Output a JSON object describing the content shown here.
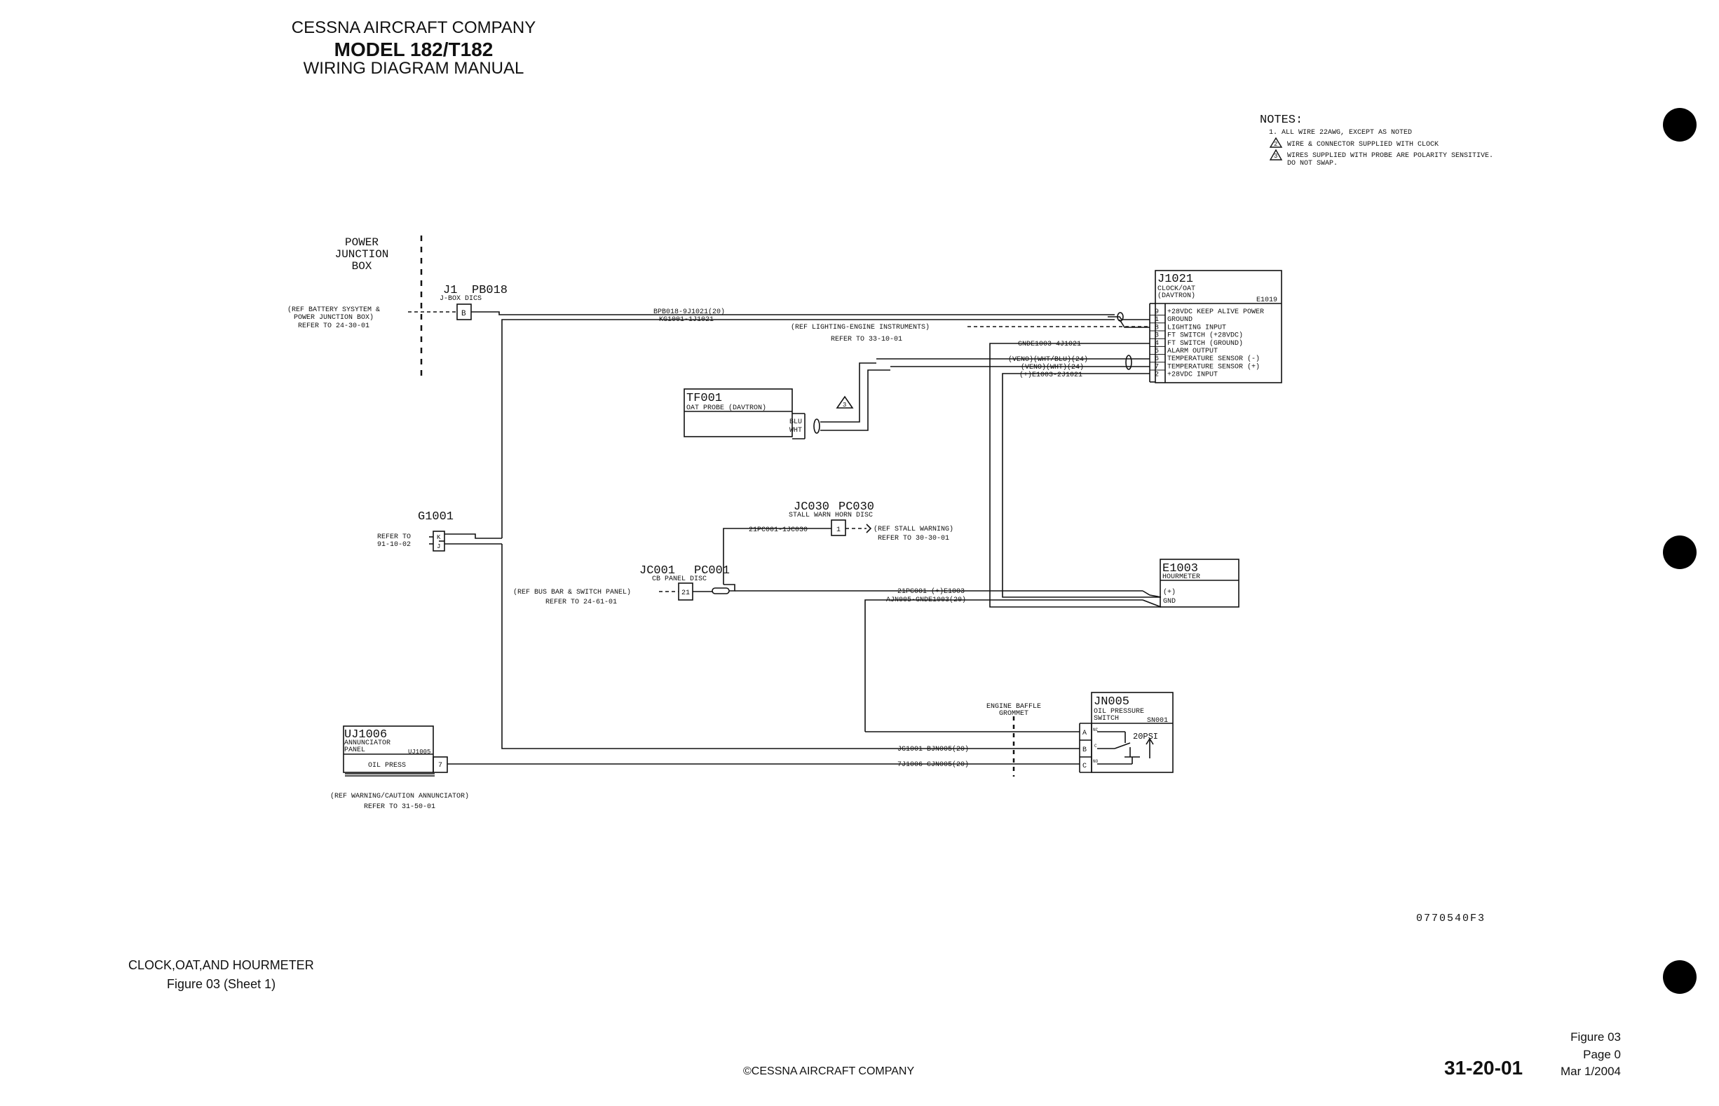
{
  "header": {
    "company": "CESSNA AIRCRAFT COMPANY",
    "model": "MODEL 182/T182",
    "manual": "WIRING DIAGRAM MANUAL"
  },
  "notes": {
    "title": "NOTES:",
    "n1": "1. ALL WIRE 22AWG, EXCEPT AS NOTED",
    "n2_num": "2",
    "n2": "WIRE & CONNECTOR SUPPLIED WITH CLOCK",
    "n3_num": "3",
    "n3a": "WIRES SUPPLIED WITH PROBE ARE POLARITY SENSITIVE.",
    "n3b": "DO NOT SWAP."
  },
  "diagram": {
    "pjb": {
      "l1": "POWER",
      "l2": "JUNCTION",
      "l3": "BOX"
    },
    "battery_ref": {
      "l1": "(REF BATTERY SYSYTEM &",
      "l2": "POWER JUNCTION BOX)",
      "l3": "REFER TO 24-30-01"
    },
    "j1": {
      "name": "J1",
      "pb": "PB018",
      "sub": "J-BOX DICS",
      "pin": "B"
    },
    "wires": {
      "w1": "BPB018-9J1021(20)",
      "w2": "KG1001-1J1021",
      "w3": "GNDE1003-4J1021",
      "w4": "(VENO)(WHT/BLU)(24)",
      "w5": "(VENO)(WHT)(24)",
      "w6": "(+)E1003-2J1021",
      "w7": "21PC001-1JC030",
      "w8": "21PC001-(+)E1003",
      "w9": "AJN005-GNDE1003(20)",
      "w10": "JG1001-BJN005(20)",
      "w11": "7J1006-CJN005(20)"
    },
    "lighting_ref": {
      "l1": "(REF LIGHTING-ENGINE INSTRUMENTS)",
      "l2": "REFER TO 33-10-01"
    },
    "clock": {
      "id": "J1021",
      "name1": "CLOCK/OAT",
      "name2": "(DAVTRON)",
      "ref": "E1019",
      "pins": [
        {
          "num": "9",
          "label": "+28VDC KEEP ALIVE POWER"
        },
        {
          "num": "1",
          "label": "GROUND"
        },
        {
          "num": "8",
          "label": "LIGHTING INPUT"
        },
        {
          "num": "3",
          "label": "FT SWITCH (+28VDC)"
        },
        {
          "num": "4",
          "label": "FT SWITCH (GROUND)"
        },
        {
          "num": "5",
          "label": "ALARM OUTPUT"
        },
        {
          "num": "6",
          "label": "TEMPERATURE SENSOR (-)"
        },
        {
          "num": "7",
          "label": "TEMPERATURE SENSOR (+)"
        },
        {
          "num": "2",
          "label": "+28VDC INPUT"
        }
      ]
    },
    "probe": {
      "id": "TF001",
      "name": "OAT PROBE (DAVTRON)",
      "p1": "BLU",
      "p2": "WHT",
      "note": "3"
    },
    "g1001": {
      "name": "G1001",
      "ref1": "REFER TO",
      "ref2": "91-10-02",
      "p1": "K",
      "p2": "J"
    },
    "jc030": {
      "name": "JC030",
      "pc": "PC030",
      "sub": "STALL WARN HORN DISC",
      "pin": "1",
      "ref1": "(REF STALL WARNING)",
      "ref2": "REFER TO 30-30-01"
    },
    "jc001": {
      "name": "JC001",
      "pc": "PC001",
      "sub": "CB PANEL DISC",
      "pin": "21",
      "ref1": "(REF BUS BAR & SWITCH PANEL)",
      "ref2": "REFER TO 24-61-01"
    },
    "hourmeter": {
      "id": "E1003",
      "name": "HOURMETER",
      "p1": "(+)",
      "p2": "GND"
    },
    "oilsw": {
      "id": "JN005",
      "name1": "OIL PRESSURE",
      "name2": "SWITCH",
      "ref": "SN001",
      "psi": "20PSI",
      "pins": [
        "A",
        "B",
        "C"
      ],
      "nc": "NC",
      "no": "NO",
      "c": "C"
    },
    "baffle": {
      "l1": "ENGINE BAFFLE",
      "l2": "GROMMET"
    },
    "annunciator": {
      "id": "UJ1006",
      "name1": "ANNUNCIATOR",
      "name2": "PANEL",
      "ref": "UJ1005",
      "item": "OIL PRESS",
      "pin": "7",
      "ref1": "(REF WARNING/CAUTION ANNUNCIATOR)",
      "ref2": "REFER TO 31-50-01"
    },
    "drawing_no": "0770540F3"
  },
  "caption": {
    "title": "CLOCK,OAT,AND HOURMETER",
    "sub": "Figure 03 (Sheet 1)"
  },
  "footer": {
    "copyright": "©CESSNA AIRCRAFT COMPANY",
    "section": "31-20-01",
    "figure": "Figure 03",
    "page": "Page 0",
    "date": "Mar 1/2004"
  }
}
